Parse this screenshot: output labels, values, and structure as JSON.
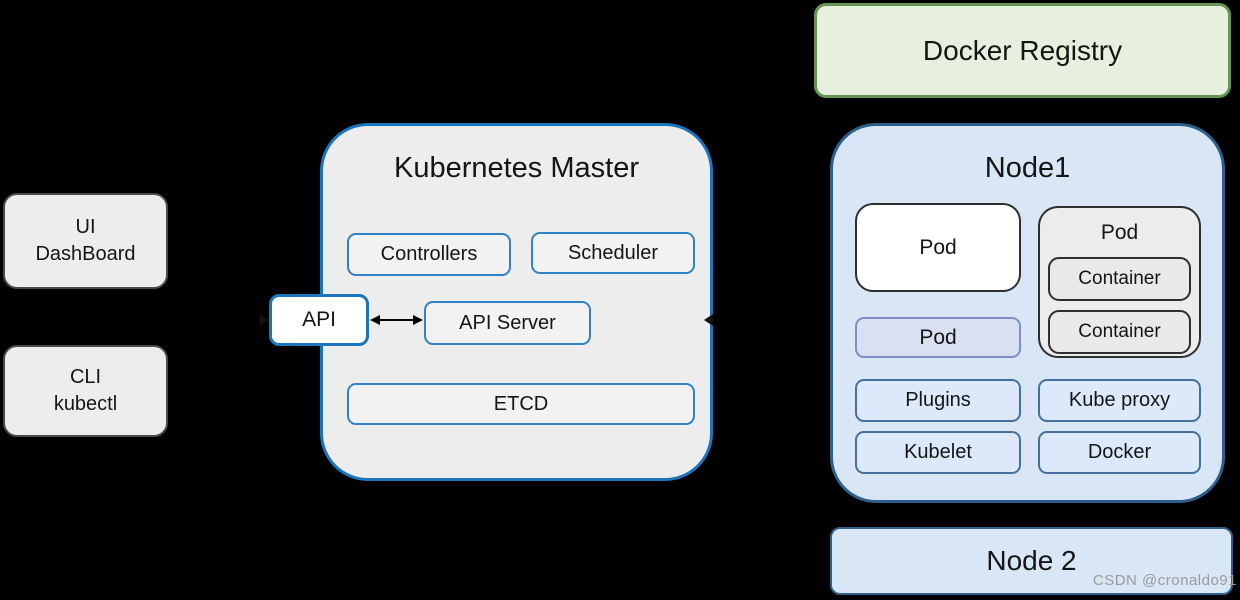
{
  "diagram": {
    "background": "#000000",
    "watermark": "CSDN @cronaldo91"
  },
  "clients": {
    "ui_dashboard": {
      "line1": "UI",
      "line2": "DashBoard"
    },
    "cli_kubectl": {
      "line1": "CLI",
      "line2": "kubectl"
    }
  },
  "master": {
    "title": "Kubernetes Master",
    "controllers": "Controllers",
    "scheduler": "Scheduler",
    "api": "API",
    "api_server": "API Server",
    "etcd": "ETCD"
  },
  "registry": {
    "title": "Docker Registry"
  },
  "node1": {
    "title": "Node1",
    "pod_main": "Pod",
    "pod_group": {
      "title": "Pod",
      "container1": "Container",
      "container2": "Container"
    },
    "pod_secondary": "Pod",
    "plugins": "Plugins",
    "kube_proxy": "Kube proxy",
    "kubelet": "Kubelet",
    "docker": "Docker"
  },
  "node2": {
    "title": "Node 2"
  },
  "colors": {
    "master_fill": "#ededed",
    "master_border": "#1b75bc",
    "inner_blue_border": "#3182c4",
    "registry_fill": "#e7f0de",
    "registry_border": "#669551",
    "node_fill": "#d8e6f6",
    "node_border": "#2d5f8a",
    "node_item_fill": "#dbe9fa",
    "node_item_border": "#466f9c",
    "pod_secondary_fill": "#d9e0f1",
    "pod_secondary_border": "#7c90c4",
    "client_fill": "#ededed",
    "client_border": "#4a4a4a",
    "arrow": "#000000"
  }
}
